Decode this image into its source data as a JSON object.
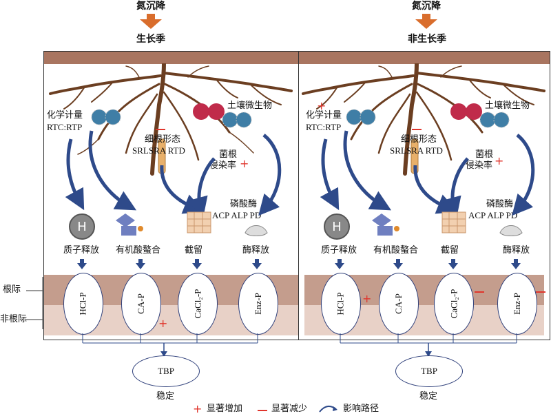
{
  "left": {
    "top_label": "氮沉降",
    "season": "生长季",
    "chem": "化学计量",
    "chem_ratio": "RTC:RTP",
    "microbe": "土壤微生物",
    "fine_root": "细根形态",
    "fine_root_params": "SRLSRA RTD",
    "myco": "菌根",
    "myco2": "侵染率",
    "phos": "磷酸酶",
    "phos_params": "ACP ALP PD",
    "proc": [
      "质子释放",
      "有机酸螯合",
      "截留",
      "酶释放"
    ],
    "pools": [
      "HCl-P",
      "CA-P",
      "CaCl₂-P",
      "Enz-P"
    ],
    "tbp": "TBP",
    "stable": "稳定"
  },
  "right": {
    "top_label": "氮沉降",
    "season": "非生长季",
    "chem": "化学计量",
    "chem_ratio": "RTC:RTP",
    "microbe": "土壤微生物",
    "fine_root": "细根形态",
    "fine_root_params": "SRLSRA RTD",
    "myco": "菌根",
    "myco2": "侵染率",
    "phos": "磷酸酶",
    "phos_params": "ACP ALP PD",
    "proc": [
      "质子释放",
      "有机酸螯合",
      "截留",
      "酶释放"
    ],
    "pools": [
      "HCl-P",
      "CA-P",
      "CaCl₂-P",
      "Enz-P"
    ],
    "tbp": "TBP",
    "stable": "稳定"
  },
  "zones": {
    "root": "根际",
    "nonroot": "非根际"
  },
  "legend": {
    "plus_symbol": "+",
    "increase": "显著增加",
    "decrease": "显著减少",
    "path": "影响路径"
  },
  "marks": {
    "plus": "+",
    "h": "H"
  },
  "colors": {
    "plus_minus": "#e0352c",
    "arrow": "#2e4a8a",
    "soil_top": "#a97560",
    "root": "#6b3e21"
  }
}
